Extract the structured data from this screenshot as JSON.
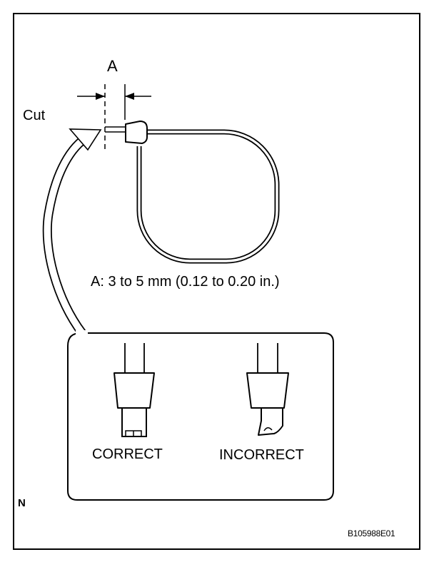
{
  "labels": {
    "dimension_letter": "A",
    "cut": "Cut",
    "spec": "A: 3 to 5 mm (0.12 to 0.20 in.)",
    "correct": "CORRECT",
    "incorrect": "INCORRECT",
    "corner_mark": "N",
    "figure_code": "B105988E01"
  },
  "colors": {
    "line": "#000000",
    "background": "#ffffff"
  }
}
